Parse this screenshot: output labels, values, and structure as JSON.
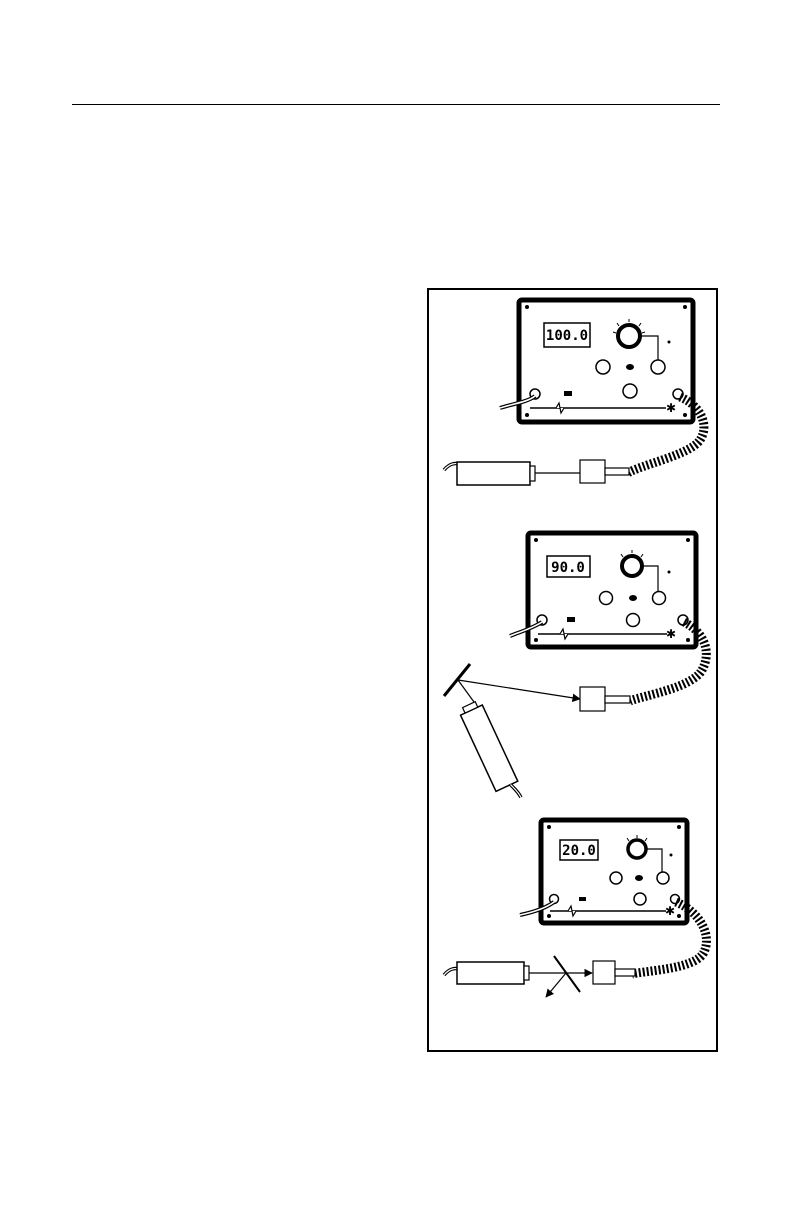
{
  "figure": {
    "panels": [
      {
        "id": "direct-beam",
        "meter_reading": "100.0"
      },
      {
        "id": "reflected-beam",
        "meter_reading": "90.0"
      },
      {
        "id": "beam-splitter",
        "meter_reading": "20.0"
      }
    ]
  }
}
